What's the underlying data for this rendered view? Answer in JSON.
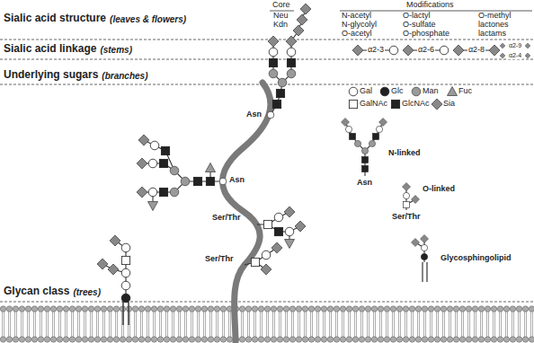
{
  "diagram": {
    "labels": [
      "Sialic acid structure",
      "(leaves & flowers)",
      "Sialic acid linkage",
      "(stems)",
      "Underlying sugars",
      "(branches)",
      "Glycan class",
      "(trees)",
      "Core",
      "Neu",
      "Kdn",
      "Modifications",
      "N-acetyl",
      "N-glycolyl",
      "O-acetyl",
      "O-lactyl",
      "O-sulfate",
      "O-phosphate",
      "O-methyl",
      "lactones",
      "lactams",
      "α2-3",
      "α2-6",
      "α2-8",
      "α2-9",
      "α2-4",
      "Asn",
      "Asn",
      "Ser/Thr",
      "Ser/Thr",
      "N-linked",
      "Asn",
      "O-linked",
      "Ser/Thr",
      "Glycosphingolipid"
    ],
    "legend": [
      {
        "text": "Gal"
      },
      {
        "text": "Glc"
      },
      {
        "text": "Man"
      },
      {
        "text": "Fuc"
      },
      {
        "text": "GalNAc"
      },
      {
        "text": "GlcNAc"
      },
      {
        "text": "Sia"
      }
    ]
  }
}
